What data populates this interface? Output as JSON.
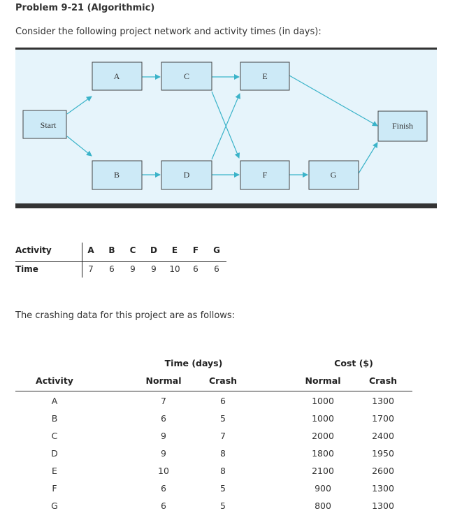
{
  "title": "Problem 9-21 (Algorithmic)",
  "intro": "Consider the following project network and activity times (in days):",
  "network": {
    "nodes": [
      {
        "id": "start",
        "label": "Start"
      },
      {
        "id": "A",
        "label": "A"
      },
      {
        "id": "B",
        "label": "B"
      },
      {
        "id": "C",
        "label": "C"
      },
      {
        "id": "D",
        "label": "D"
      },
      {
        "id": "E",
        "label": "E"
      },
      {
        "id": "F",
        "label": "F"
      },
      {
        "id": "G",
        "label": "G"
      },
      {
        "id": "finish",
        "label": "Finish"
      }
    ],
    "edges": [
      [
        "start",
        "A"
      ],
      [
        "start",
        "B"
      ],
      [
        "A",
        "C"
      ],
      [
        "B",
        "D"
      ],
      [
        "C",
        "E"
      ],
      [
        "C",
        "F"
      ],
      [
        "D",
        "E"
      ],
      [
        "D",
        "F"
      ],
      [
        "F",
        "G"
      ],
      [
        "E",
        "finish"
      ],
      [
        "G",
        "finish"
      ]
    ],
    "colors": {
      "background": "#e6f4fb",
      "node_fill": "#cdeaf7",
      "node_stroke": "#444444",
      "arrow": "#3bb3c9",
      "rule": "#333333"
    }
  },
  "activity_times": {
    "row_labels": [
      "Activity",
      "Time"
    ],
    "activities": [
      "A",
      "B",
      "C",
      "D",
      "E",
      "F",
      "G"
    ],
    "times": [
      "7",
      "6",
      "9",
      "9",
      "10",
      "6",
      "6"
    ]
  },
  "crash_intro": "The crashing data for this project are as follows:",
  "crash_table": {
    "group_headers": {
      "time": "Time (days)",
      "cost": "Cost ($)"
    },
    "columns": [
      "Activity",
      "Normal",
      "Crash",
      "Normal",
      "Crash"
    ],
    "rows": [
      [
        "A",
        "7",
        "6",
        "1000",
        "1300"
      ],
      [
        "B",
        "6",
        "5",
        "1000",
        "1700"
      ],
      [
        "C",
        "9",
        "7",
        "2000",
        "2400"
      ],
      [
        "D",
        "9",
        "8",
        "1800",
        "1950"
      ],
      [
        "E",
        "10",
        "8",
        "2100",
        "2600"
      ],
      [
        "F",
        "6",
        "5",
        "900",
        "1300"
      ],
      [
        "G",
        "6",
        "5",
        "800",
        "1300"
      ]
    ]
  }
}
